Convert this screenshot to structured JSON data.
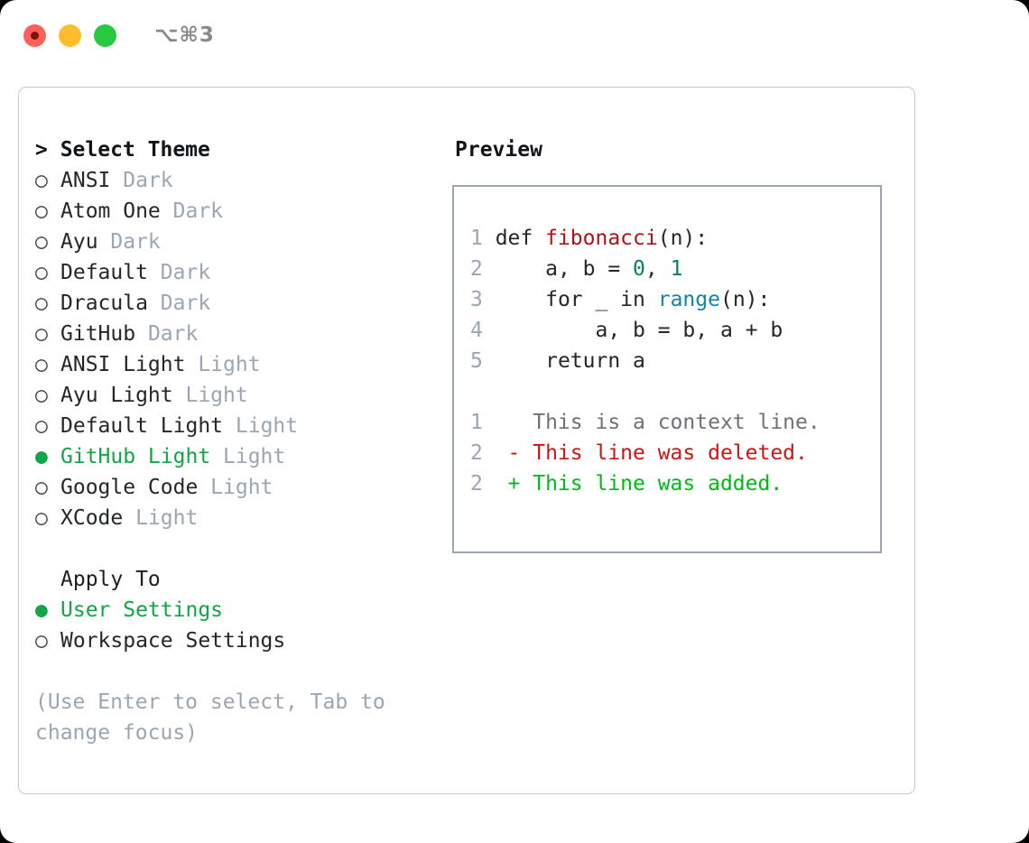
{
  "titlebar": {
    "shortcut": "⌥⌘3",
    "buttons": [
      "close",
      "minimize",
      "maximize"
    ]
  },
  "theme_list": {
    "title": "Select Theme",
    "title_prefix": "> ",
    "marker_selected": "●",
    "marker_unselected": "○",
    "items": [
      {
        "name": "ANSI",
        "tag": "Dark",
        "selected": false
      },
      {
        "name": "Atom One",
        "tag": "Dark",
        "selected": false
      },
      {
        "name": "Ayu",
        "tag": "Dark",
        "selected": false
      },
      {
        "name": "Default",
        "tag": "Dark",
        "selected": false
      },
      {
        "name": "Dracula",
        "tag": "Dark",
        "selected": false
      },
      {
        "name": "GitHub",
        "tag": "Dark",
        "selected": false
      },
      {
        "name": "ANSI Light",
        "tag": "Light",
        "selected": false
      },
      {
        "name": "Ayu Light",
        "tag": "Light",
        "selected": false
      },
      {
        "name": "Default Light",
        "tag": "Light",
        "selected": false
      },
      {
        "name": "GitHub Light",
        "tag": "Light",
        "selected": true
      },
      {
        "name": "Google Code",
        "tag": "Light",
        "selected": false
      },
      {
        "name": "XCode",
        "tag": "Light",
        "selected": false
      }
    ]
  },
  "apply_to": {
    "title": "Apply To",
    "items": [
      {
        "name": "User Settings",
        "selected": true
      },
      {
        "name": "Workspace Settings",
        "selected": false
      }
    ]
  },
  "hint": {
    "line1": "(Use Enter to select, Tab to",
    "line2": "change focus)"
  },
  "preview": {
    "label": "Preview",
    "code_lines": [
      {
        "no": "1",
        "tokens": [
          {
            "t": "def ",
            "c": "plain"
          },
          {
            "t": "fibonacci",
            "c": "fn"
          },
          {
            "t": "(n):",
            "c": "plain"
          }
        ]
      },
      {
        "no": "2",
        "tokens": [
          {
            "t": "    a, b = ",
            "c": "plain"
          },
          {
            "t": "0",
            "c": "num"
          },
          {
            "t": ", ",
            "c": "plain"
          },
          {
            "t": "1",
            "c": "num"
          }
        ]
      },
      {
        "no": "3",
        "tokens": [
          {
            "t": "    for _ in ",
            "c": "plain"
          },
          {
            "t": "range",
            "c": "call"
          },
          {
            "t": "(n):",
            "c": "plain"
          }
        ]
      },
      {
        "no": "4",
        "tokens": [
          {
            "t": "        a, b = b, a + b",
            "c": "plain"
          }
        ]
      },
      {
        "no": "5",
        "tokens": [
          {
            "t": "    return a",
            "c": "plain"
          }
        ]
      }
    ],
    "diff_lines": [
      {
        "no": "1",
        "sign": "  ",
        "text": "This is a context line.",
        "kind": "ctx"
      },
      {
        "no": "2",
        "sign": "- ",
        "text": "This line was deleted.",
        "kind": "del"
      },
      {
        "no": "2",
        "sign": "+ ",
        "text": "This line was added.",
        "kind": "add"
      }
    ]
  },
  "colors": {
    "selected_green": "#12a546",
    "tag_gray": "#9aa6b4",
    "code_function": "#b01217",
    "code_number": "#0a7d72",
    "code_call": "#1583ad",
    "diff_deleted": "#cc1616",
    "diff_added": "#00bb16",
    "panel_border": "#c3c9d1",
    "code_box_border": "#9aa6b4",
    "traffic_red": "#ff6159",
    "traffic_yellow": "#ffbd2e",
    "traffic_green": "#28c941"
  }
}
